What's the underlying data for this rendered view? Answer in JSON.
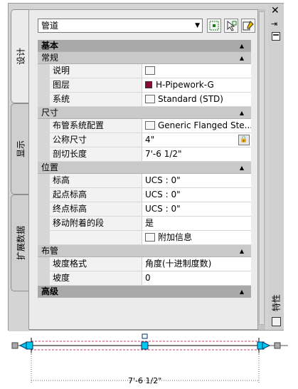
{
  "header": {
    "object_type": "管道"
  },
  "tabs": [
    "设计",
    "显示",
    "扩展数据"
  ],
  "categories": {
    "basic": "基本",
    "general": "常规",
    "dimensions": "尺寸",
    "location": "位置",
    "routing": "布管",
    "advanced": "高级"
  },
  "general": {
    "description": {
      "name": "说明",
      "value": ""
    },
    "layer": {
      "name": "图层",
      "value": "H-Pipework-G"
    },
    "system": {
      "name": "系统",
      "value": "Standard (STD)"
    }
  },
  "dimensions": {
    "config": {
      "name": "布管系统配置",
      "value": "Generic Flanged Ste..."
    },
    "nominal": {
      "name": "公称尺寸",
      "value": "4\""
    },
    "cut_length": {
      "name": "剖切长度",
      "value": "7'-6 1/2\""
    }
  },
  "location": {
    "elevation": {
      "name": "标高",
      "value": "UCS : 0\""
    },
    "start_elevation": {
      "name": "起点标高",
      "value": "UCS : 0\""
    },
    "end_elevation": {
      "name": "终点标高",
      "value": "UCS : 0\""
    },
    "move_attached": {
      "name": "移动附着的段",
      "value": "是"
    },
    "additional_info": "附加信息"
  },
  "routing": {
    "slope_format": {
      "name": "坡度格式",
      "value": "角度(十进制度数)"
    },
    "slope": {
      "name": "坡度",
      "value": "0"
    }
  },
  "palette_title": "特性",
  "drawing": {
    "dimension_label": "7'-6 1/2\""
  },
  "colors": {
    "layer_swatch": "#8b0a3c",
    "grip": "#00c8f0",
    "selection_line": "#d23c64"
  }
}
